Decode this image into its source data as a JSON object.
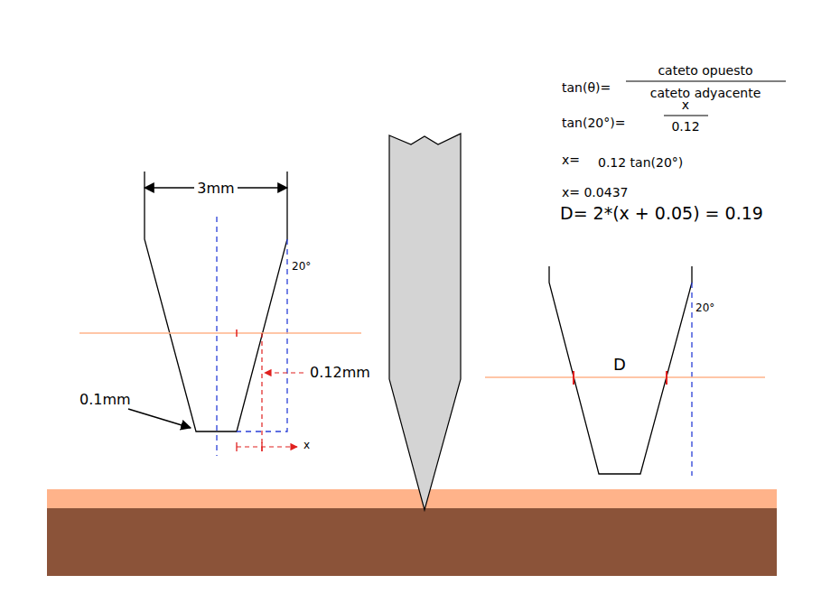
{
  "diagram": {
    "labels": [
      "tan(θ)=",
      "cateto opuesto",
      "cateto adyacente",
      "tan(20°)=",
      "x",
      "0.12",
      "x=",
      "0.12 tan(20°)",
      "x= 0.0437",
      "D= 2*(x + 0.05) = 0.19",
      "3mm",
      "20°",
      "0.12mm",
      "0.1mm",
      "x",
      "D",
      "20°"
    ]
  }
}
